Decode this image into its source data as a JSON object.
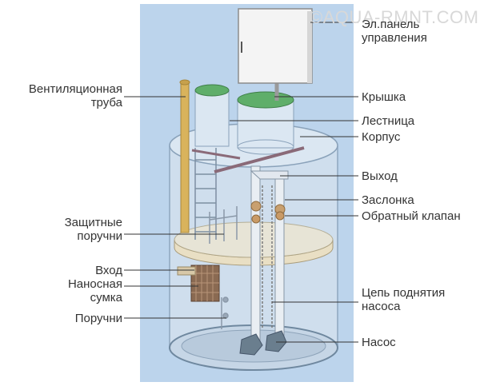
{
  "watermark": "©AQUA-RMNT.COM",
  "labels": {
    "panel": "Эл.панель\nуправления",
    "vent": "Вентиляционная\nтруба",
    "lid": "Крышка",
    "ladder": "Лестница",
    "body": "Корпус",
    "outlet": "Выход",
    "valve": "Заслонка",
    "check_valve": "Обратный клапан",
    "guard_rails": "Защитные\nпоручни",
    "inlet": "Вход",
    "silt_bag": "Наносная\nсумка",
    "handrails": "Поручни",
    "pump_chain": "Цепь поднятия\nнасоса",
    "pump": "Насос"
  },
  "colors": {
    "background_panel": "#bcd4ec",
    "tank_fill": "#d2e0ee",
    "lid_green": "#5fae6a",
    "vent_pipe": "#d9b35c",
    "leader_line": "#333333"
  }
}
